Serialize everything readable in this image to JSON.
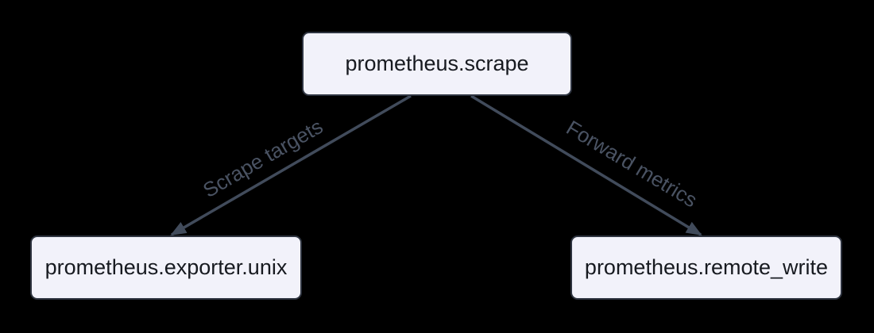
{
  "diagram": {
    "type": "flowchart",
    "nodes": [
      {
        "id": "scrape",
        "label": "prometheus.scrape"
      },
      {
        "id": "exporter",
        "label": "prometheus.exporter.unix"
      },
      {
        "id": "remote_write",
        "label": "prometheus.remote_write"
      }
    ],
    "edges": [
      {
        "from": "scrape",
        "to": "exporter",
        "label": "Scrape targets"
      },
      {
        "from": "scrape",
        "to": "remote_write",
        "label": "Forward metrics"
      }
    ],
    "colors": {
      "background": "#000000",
      "node_fill": "#f2f2fa",
      "node_border": "#2e3440",
      "node_text": "#171a20",
      "edge": "#414b5b",
      "edge_label": "#4a5363"
    }
  }
}
